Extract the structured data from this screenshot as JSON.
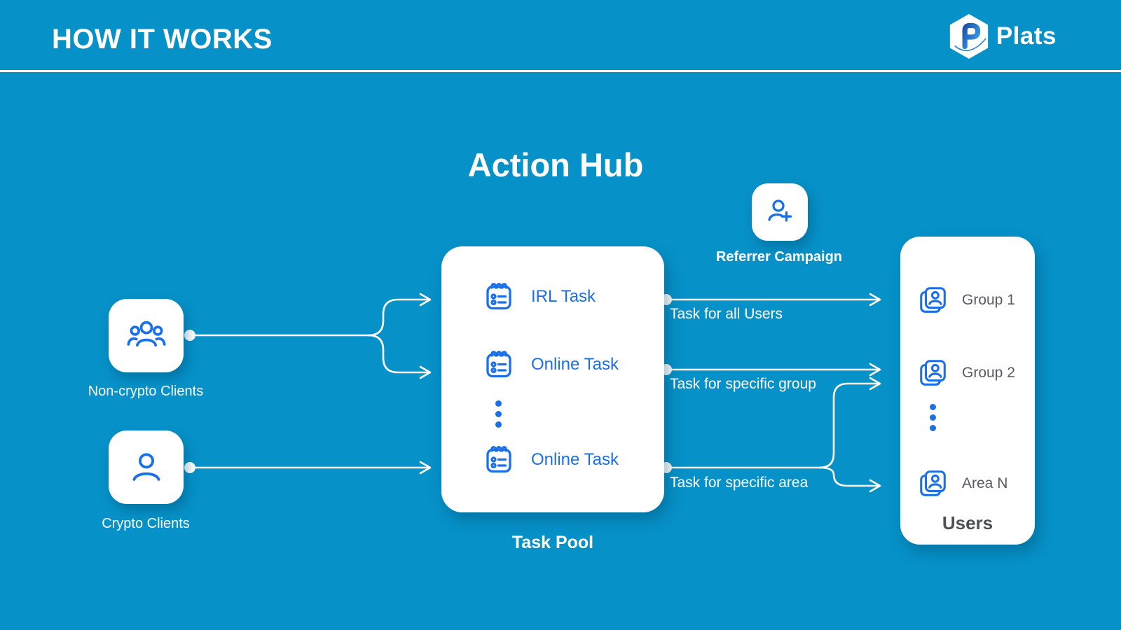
{
  "header": {
    "title": "HOW IT WORKS",
    "brand": "Plats"
  },
  "diagram": {
    "title": "Action Hub",
    "referrer": {
      "label": "Referrer Campaign"
    },
    "clients": [
      {
        "label": "Non-crypto Clients"
      },
      {
        "label": "Crypto Clients"
      }
    ],
    "task_pool": {
      "label": "Task Pool",
      "items": [
        {
          "label": "IRL Task"
        },
        {
          "label": "Online Task"
        },
        {
          "label": "Online Task"
        }
      ]
    },
    "users": {
      "title": "Users",
      "items": [
        {
          "label": "Group 1"
        },
        {
          "label": "Group 2"
        },
        {
          "label": "Area N"
        }
      ]
    },
    "flows": [
      {
        "label": "Task for all Users"
      },
      {
        "label": "Task for specific group"
      },
      {
        "label": "Task for specific area"
      }
    ]
  },
  "colors": {
    "background": "#0691c8",
    "accent_blue": "#1b70e8",
    "text_gray": "#565b61",
    "white": "#ffffff"
  }
}
